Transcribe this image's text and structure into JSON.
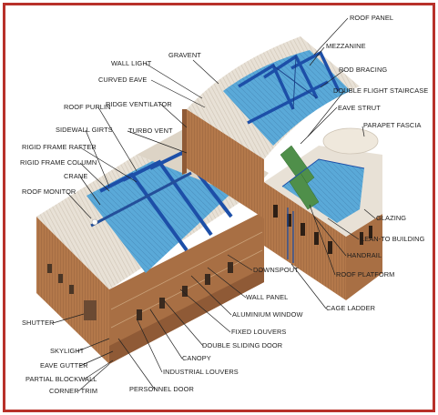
{
  "labels": {
    "roof_panel": "ROOF PANEL",
    "gravent": "GRAVENT",
    "wall_light": "WALL LIGHT",
    "curved_eave": "CURVED EAVE",
    "mezzanine": "MEZZANINE",
    "rod_bracing": "ROD BRACING",
    "double_flight_staircase": "DOUBLE FLIGHT STAIRCASE",
    "roof_purlin": "ROOF PURLIN",
    "ridge_ventilator": "RIDGE VENTILATOR",
    "eave_strut": "EAVE STRUT",
    "parapet_fascia": "PARAPET FASCIA",
    "sidewall_girts": "SIDEWALL GIRTS",
    "turbo_vent": "TURBO VENT",
    "rigid_frame_rafter": "RIGID FRAME RAFTER",
    "rigid_frame_column": "RIGID FRAME COLUMN",
    "crane": "CRANE",
    "roof_monitor": "ROOF MONITOR",
    "glazing": "GLAZING",
    "lean_to_building": "LEAN-TO BUILDING",
    "handrail": "HANDRAIL",
    "roof_platform": "ROOF PLATFORM",
    "downspout": "DOWNSPOUT",
    "wall_panel": "WALL PANEL",
    "cage_ladder": "CAGE LADDER",
    "aluminium_window": "ALUMINIUM WINDOW",
    "fixed_louvers": "FIXED LOUVERS",
    "shutter": "SHUTTER",
    "double_sliding_door": "DOUBLE SLIDING DOOR",
    "skylight": "SKYLIGHT",
    "canopy": "CANOPY",
    "eave_gutter": "EAVE GUTTER",
    "industrial_louvers": "INDUSTRIAL LOUVERS",
    "partial_blockwall": "PARTIAL BLOCKWALL",
    "corner_trim": "CORNER TRIM",
    "personnel_door": "PERSONNEL DOOR"
  },
  "colors": {
    "frame": "#b8312a",
    "brick": "#b3784a",
    "roof": "#e6ded2",
    "steel": "#1d4fa8",
    "water_blue": "#5aa9d8",
    "green_stair": "#4f8f4a"
  }
}
